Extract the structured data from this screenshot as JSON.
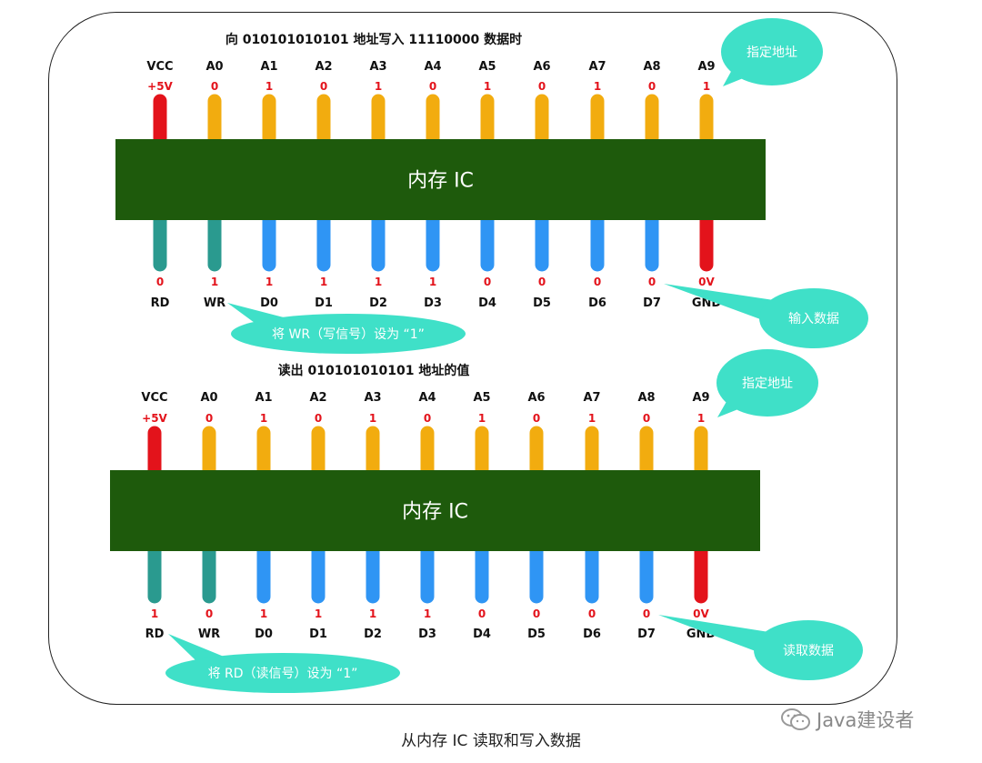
{
  "caption": "从内存 IC 读取和写入数据",
  "watermark": "Java建设者",
  "colors": {
    "chip": "#1e5a0c",
    "power_pin": "#e3131b",
    "address_pin": "#f2ac0f",
    "control_pin": "#2a9a8f",
    "data_pin": "#2f95f4",
    "value_red": "#e3131b",
    "bubble": "#3fe0c8"
  },
  "top_labels": [
    "VCC",
    "A0",
    "A1",
    "A2",
    "A3",
    "A4",
    "A5",
    "A6",
    "A7",
    "A8",
    "A9"
  ],
  "bottom_labels": [
    "RD",
    "WR",
    "D0",
    "D1",
    "D2",
    "D3",
    "D4",
    "D5",
    "D6",
    "D7",
    "GND"
  ],
  "sections": [
    {
      "title": "向 010101010101 地址写入 11110000 数据时",
      "chip_label": "内存 IC",
      "top_values": [
        "+5V",
        "0",
        "1",
        "0",
        "1",
        "0",
        "1",
        "0",
        "1",
        "0",
        "1"
      ],
      "bottom_values": [
        "0",
        "1",
        "1",
        "1",
        "1",
        "1",
        "0",
        "0",
        "0",
        "0",
        "0V"
      ],
      "address_bubble": "指定地址",
      "data_bubble": "输入数据",
      "signal_bubble": "将 WR（写信号）设为 “1”"
    },
    {
      "title": "读出 010101010101 地址的值",
      "chip_label": "内存 IC",
      "top_values": [
        "+5V",
        "0",
        "1",
        "0",
        "1",
        "0",
        "1",
        "0",
        "1",
        "0",
        "1"
      ],
      "bottom_values": [
        "1",
        "0",
        "1",
        "1",
        "1",
        "1",
        "0",
        "0",
        "0",
        "0",
        "0V"
      ],
      "address_bubble": "指定地址",
      "data_bubble": "读取数据",
      "signal_bubble": "将 RD（读信号）设为 “1”"
    }
  ]
}
